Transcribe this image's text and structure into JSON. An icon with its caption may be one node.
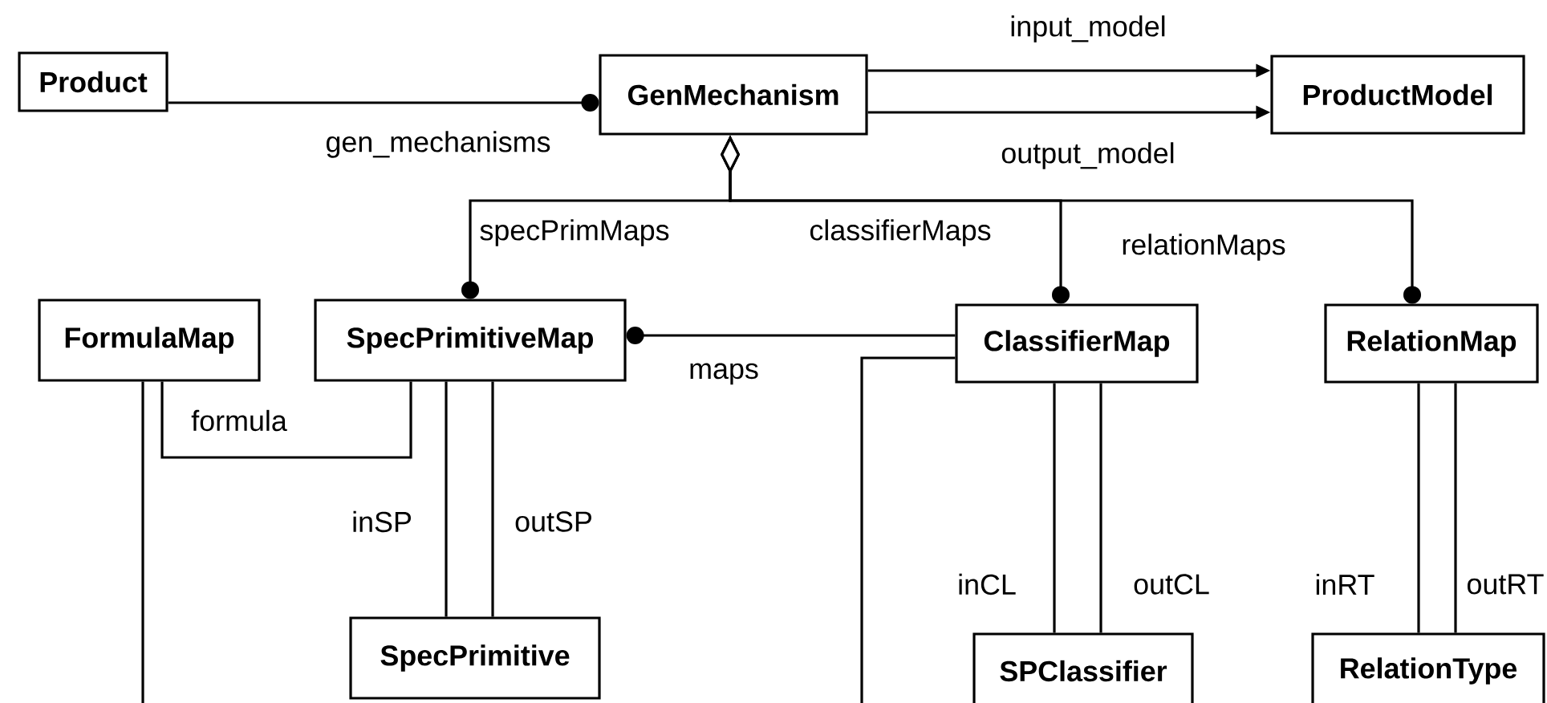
{
  "diagram": {
    "nodes": [
      {
        "text": [
          "Product"
        ]
      },
      {
        "text": [
          "GenMechanism"
        ]
      },
      {
        "text": [
          "ProductModel"
        ]
      },
      {
        "text": [
          "FormulaMap"
        ]
      },
      {
        "text": [
          "SpecPrimitiveMap"
        ]
      },
      {
        "text": [
          "ClassifierMap"
        ]
      },
      {
        "text": [
          "RelationMap"
        ]
      },
      {
        "text": [
          "SpecPrimitive"
        ]
      },
      {
        "text": [
          "SPClassifier"
        ]
      },
      {
        "text": [
          "RelationType"
        ]
      }
    ],
    "edges": [
      {
        "from": 0,
        "to": 1,
        "arrow": "other",
        "label": "gen_mechanisms"
      },
      {
        "from": 1,
        "to": 2,
        "arrow": "to",
        "label": "input_model"
      },
      {
        "from": 1,
        "to": 2,
        "arrow": "to",
        "label": "output_model"
      },
      {
        "from": 1,
        "to": 4,
        "arrow": "other",
        "label": "specPrimMaps"
      },
      {
        "from": 1,
        "to": 5,
        "arrow": "other",
        "label": "classifierMaps"
      },
      {
        "from": 1,
        "to": 6,
        "arrow": "other",
        "label": "relationMaps"
      },
      {
        "from": 5,
        "to": 4,
        "arrow": "other",
        "label": "maps"
      },
      {
        "from": 3,
        "to": 4,
        "arrow": "none",
        "label": "formula"
      },
      {
        "from": 4,
        "to": 7,
        "arrow": "none",
        "label": "inSP"
      },
      {
        "from": 4,
        "to": 7,
        "arrow": "none",
        "label": "outSP"
      },
      {
        "from": 5,
        "to": 8,
        "arrow": "none",
        "label": "inCL"
      },
      {
        "from": 5,
        "to": 8,
        "arrow": "none",
        "label": "outCL"
      },
      {
        "from": 6,
        "to": 9,
        "arrow": "none",
        "label": "inRT"
      },
      {
        "from": 6,
        "to": 9,
        "arrow": "none",
        "label": "outRT"
      },
      {
        "from": 3,
        "to": null,
        "arrow": "none"
      },
      {
        "from": 5,
        "to": null,
        "arrow": "none"
      }
    ]
  }
}
